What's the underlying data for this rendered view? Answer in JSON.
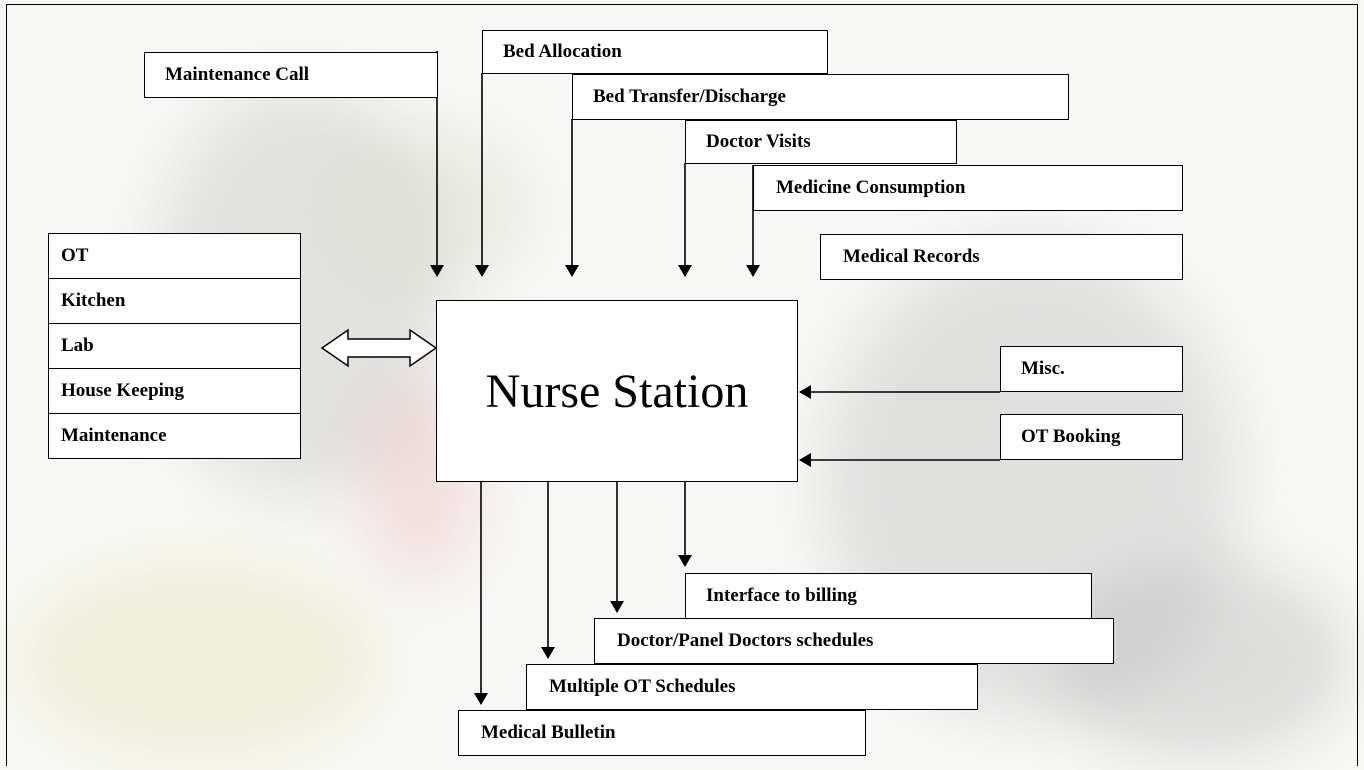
{
  "center": {
    "label": "Nurse Station"
  },
  "top_inputs": {
    "maintenance_call": "Maintenance Call",
    "bed_allocation": "Bed Allocation",
    "bed_transfer": "Bed Transfer/Discharge",
    "doctor_visits": "Doctor Visits",
    "medicine_consumption": "Medicine Consumption",
    "medical_records": "Medical Records"
  },
  "right_inputs": {
    "misc": "Misc.",
    "ot_booking": "OT Booking"
  },
  "departments": [
    "OT",
    "Kitchen",
    "Lab",
    "House Keeping",
    "Maintenance"
  ],
  "outputs": {
    "interface_billing": "Interface to billing",
    "doctor_schedules": "Doctor/Panel Doctors schedules",
    "ot_schedules": "Multiple OT Schedules",
    "medical_bulletin": "Medical Bulletin"
  }
}
